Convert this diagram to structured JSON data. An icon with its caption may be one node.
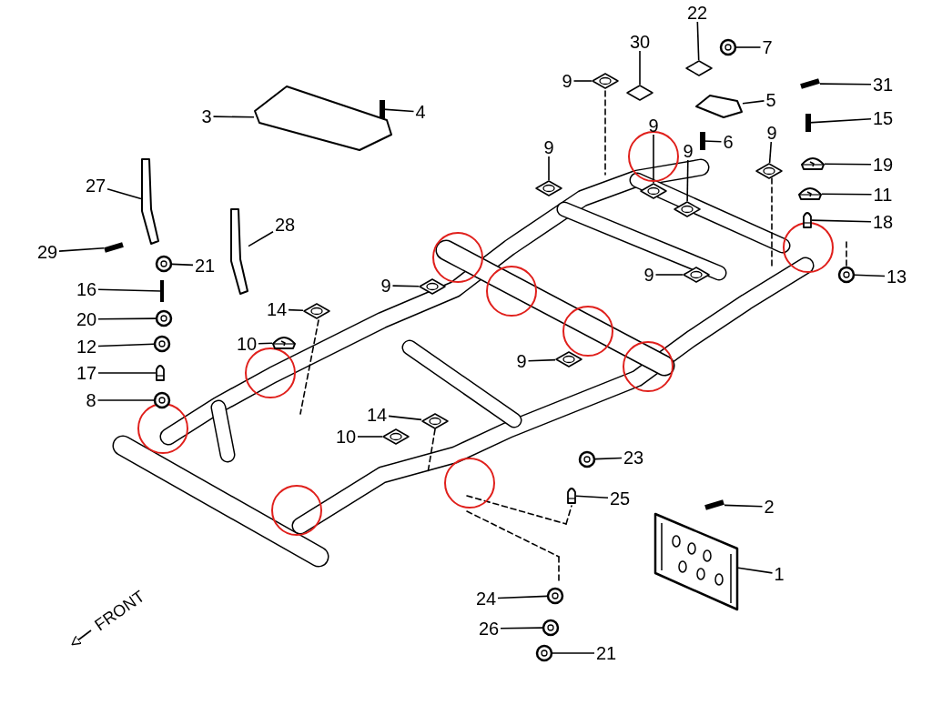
{
  "diagram": {
    "nodes": [
      {
        "text": [
          "22"
        ]
      },
      {
        "text": [
          "30"
        ]
      },
      {
        "text": [
          "7"
        ]
      },
      {
        "text": [
          "9"
        ]
      },
      {
        "text": [
          "31"
        ]
      },
      {
        "text": [
          "3"
        ]
      },
      {
        "text": [
          "4"
        ]
      },
      {
        "text": [
          "5"
        ]
      },
      {
        "text": [
          "15"
        ]
      },
      {
        "text": [
          "9"
        ]
      },
      {
        "text": [
          "6"
        ]
      },
      {
        "text": [
          "9"
        ]
      },
      {
        "text": [
          "9"
        ]
      },
      {
        "text": [
          "9"
        ]
      },
      {
        "text": [
          "19"
        ]
      },
      {
        "text": [
          "27"
        ]
      },
      {
        "text": [
          "11"
        ]
      },
      {
        "text": [
          "18"
        ]
      },
      {
        "text": [
          "28"
        ]
      },
      {
        "text": [
          "29"
        ]
      },
      {
        "text": [
          "21"
        ]
      },
      {
        "text": [
          "13"
        ]
      },
      {
        "text": [
          "9"
        ]
      },
      {
        "text": [
          "16"
        ]
      },
      {
        "text": [
          "9"
        ]
      },
      {
        "text": [
          "14"
        ]
      },
      {
        "text": [
          "20"
        ]
      },
      {
        "text": [
          "10"
        ]
      },
      {
        "text": [
          "12"
        ]
      },
      {
        "text": [
          "9"
        ]
      },
      {
        "text": [
          "17"
        ]
      },
      {
        "text": [
          "8"
        ]
      },
      {
        "text": [
          "14"
        ]
      },
      {
        "text": [
          "10"
        ]
      },
      {
        "text": [
          "23"
        ]
      },
      {
        "text": [
          "25"
        ]
      },
      {
        "text": [
          "2"
        ]
      },
      {
        "text": [
          "1"
        ]
      },
      {
        "text": [
          "24"
        ]
      },
      {
        "text": [
          "26"
        ]
      },
      {
        "text": [
          "21"
        ]
      },
      {
        "text": [],
        "shape": "diamond"
      },
      {
        "text": [],
        "shape": "diamond"
      },
      {
        "text": [],
        "shape": "circle"
      },
      {
        "text": [],
        "shape": "diamond"
      },
      {
        "text": [],
        "shape": "bar"
      },
      {
        "text": [],
        "shape": "picture"
      },
      {
        "text": [],
        "shape": "bar"
      },
      {
        "text": [],
        "shape": "picture"
      },
      {
        "text": [],
        "shape": "bar"
      },
      {
        "text": [],
        "shape": "diamond"
      },
      {
        "text": [],
        "shape": "bar"
      },
      {
        "text": [],
        "shape": "diamond"
      },
      {
        "text": [],
        "shape": "diamond"
      },
      {
        "text": [],
        "shape": "diamond"
      },
      {
        "text": [],
        "shape": "picture"
      },
      {
        "text": [],
        "shape": "picture"
      },
      {
        "text": [],
        "shape": "picture"
      },
      {
        "text": [],
        "shape": "picture"
      },
      {
        "text": [],
        "shape": "picture"
      },
      {
        "text": [],
        "shape": "bar"
      },
      {
        "text": [],
        "shape": "circle"
      },
      {
        "text": [],
        "shape": "circle"
      },
      {
        "text": [],
        "shape": "diamond"
      },
      {
        "text": [],
        "shape": "picture"
      },
      {
        "text": [],
        "shape": "diamond"
      },
      {
        "text": [],
        "shape": "diamond"
      },
      {
        "text": [],
        "shape": "circle"
      },
      {
        "text": [],
        "shape": "picture"
      },
      {
        "text": [],
        "shape": "circle"
      },
      {
        "text": [],
        "shape": "diamond"
      },
      {
        "text": [],
        "shape": "picture"
      },
      {
        "text": [],
        "shape": "circle"
      },
      {
        "text": [],
        "shape": "diamond"
      },
      {
        "text": [],
        "shape": "diamond"
      },
      {
        "text": [],
        "shape": "circle"
      },
      {
        "text": [],
        "shape": "picture"
      },
      {
        "text": [],
        "shape": "bar"
      },
      {
        "text": [],
        "shape": "picture"
      },
      {
        "text": [],
        "shape": "circle"
      },
      {
        "text": [],
        "shape": "circle"
      },
      {
        "text": [],
        "shape": "circle"
      }
    ],
    "edges": [
      {
        "from": 0,
        "to": 41,
        "arrow": "none"
      },
      {
        "from": 1,
        "to": 42,
        "arrow": "none"
      },
      {
        "from": 2,
        "to": 43,
        "arrow": "none"
      },
      {
        "from": 3,
        "to": 44,
        "arrow": "none"
      },
      {
        "from": 4,
        "to": 45,
        "arrow": "none"
      },
      {
        "from": 5,
        "to": 46,
        "arrow": "none"
      },
      {
        "from": 6,
        "to": 47,
        "arrow": "none"
      },
      {
        "from": 7,
        "to": 48,
        "arrow": "none"
      },
      {
        "from": 8,
        "to": 49,
        "arrow": "none"
      },
      {
        "from": 9,
        "to": 50,
        "arrow": "none"
      },
      {
        "from": 10,
        "to": 51,
        "arrow": "none"
      },
      {
        "from": 11,
        "to": 52,
        "arrow": "none"
      },
      {
        "from": 12,
        "to": 53,
        "arrow": "none"
      },
      {
        "from": 13,
        "to": 54,
        "arrow": "none"
      },
      {
        "from": 14,
        "to": 55,
        "arrow": "none"
      },
      {
        "from": 15,
        "to": 56,
        "arrow": "none"
      },
      {
        "from": 16,
        "to": 57,
        "arrow": "none"
      },
      {
        "from": 17,
        "to": 58,
        "arrow": "none"
      },
      {
        "from": 18,
        "to": 59,
        "arrow": "none"
      },
      {
        "from": 19,
        "to": 60,
        "arrow": "none"
      },
      {
        "from": 20,
        "to": 61,
        "arrow": "none"
      },
      {
        "from": 21,
        "to": 62,
        "arrow": "none"
      },
      {
        "from": 22,
        "to": 63,
        "arrow": "none"
      },
      {
        "from": 23,
        "to": 64,
        "arrow": "none"
      },
      {
        "from": 24,
        "to": 65,
        "arrow": "none"
      },
      {
        "from": 25,
        "to": 66,
        "arrow": "none"
      },
      {
        "from": 26,
        "to": 67,
        "arrow": "none"
      },
      {
        "from": 27,
        "to": 68,
        "arrow": "none"
      },
      {
        "from": 28,
        "to": 69,
        "arrow": "none"
      },
      {
        "from": 29,
        "to": 70,
        "arrow": "none"
      },
      {
        "from": 30,
        "to": 71,
        "arrow": "none"
      },
      {
        "from": 31,
        "to": 72,
        "arrow": "none"
      },
      {
        "from": 32,
        "to": 73,
        "arrow": "none"
      },
      {
        "from": 33,
        "to": 74,
        "arrow": "none"
      },
      {
        "from": 34,
        "to": 75,
        "arrow": "none"
      },
      {
        "from": 35,
        "to": 76,
        "arrow": "none"
      },
      {
        "from": 36,
        "to": 77,
        "arrow": "none"
      },
      {
        "from": 37,
        "to": 78,
        "arrow": "none"
      },
      {
        "from": 38,
        "to": 79,
        "arrow": "none"
      },
      {
        "from": 39,
        "to": 80,
        "arrow": "none"
      },
      {
        "from": 40,
        "to": 81,
        "arrow": "none"
      }
    ],
    "labels": [
      "FRONT"
    ]
  }
}
